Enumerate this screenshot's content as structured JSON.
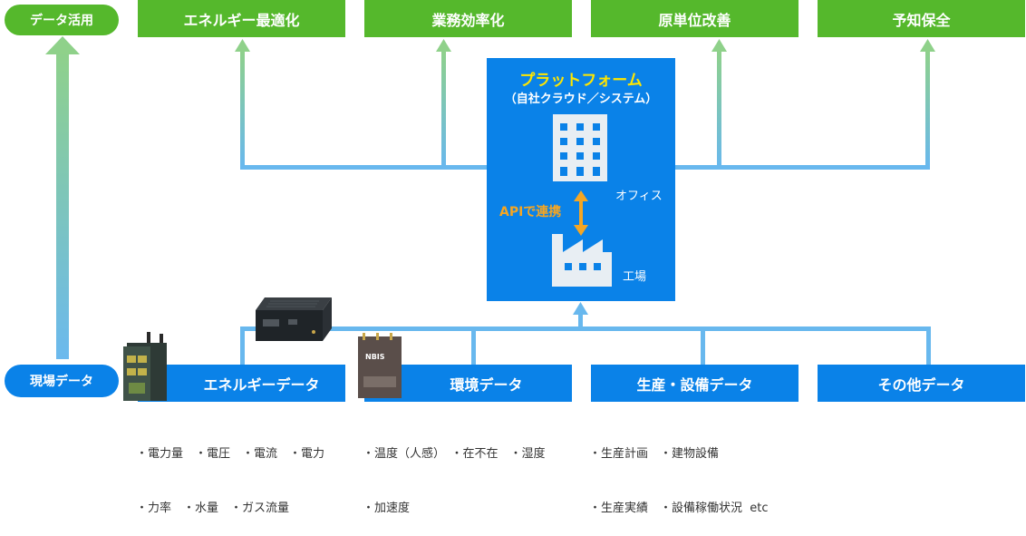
{
  "top_pill": {
    "label": "データ活用",
    "color": "#55b82c"
  },
  "goals": [
    {
      "label": "エネルギー最適化"
    },
    {
      "label": "業務効率化"
    },
    {
      "label": "原単位改善"
    },
    {
      "label": "予知保全"
    }
  ],
  "platform": {
    "title": "プラットフォーム",
    "subtitle": "（自社クラウド／システム）",
    "office_label": "オフィス",
    "factory_label": "工場",
    "api_label": "APIで連携"
  },
  "bottom_pill": {
    "label": "現場データ",
    "color": "#0a82e8"
  },
  "data_sources": [
    {
      "label": "エネルギーデータ",
      "items": [
        "・電力量　・電圧　・電流　・電力",
        "・力率　・水量　・ガス流量"
      ]
    },
    {
      "label": "環境データ",
      "items": [
        "・温度（人感）　・在不在　・湿度",
        "・加速度"
      ]
    },
    {
      "label": "生産・設備データ",
      "items": [
        "・生産計画　・建物設備",
        "・生産実績　・設備稼働状況  etc"
      ]
    },
    {
      "label": "その他データ",
      "items": []
    }
  ],
  "device_brand": "NBIS",
  "colors": {
    "green": "#55b82c",
    "blue": "#0a82e8",
    "connector": "#68b8ee",
    "accent_yellow": "#ffe600",
    "api_orange": "#f5a623"
  }
}
